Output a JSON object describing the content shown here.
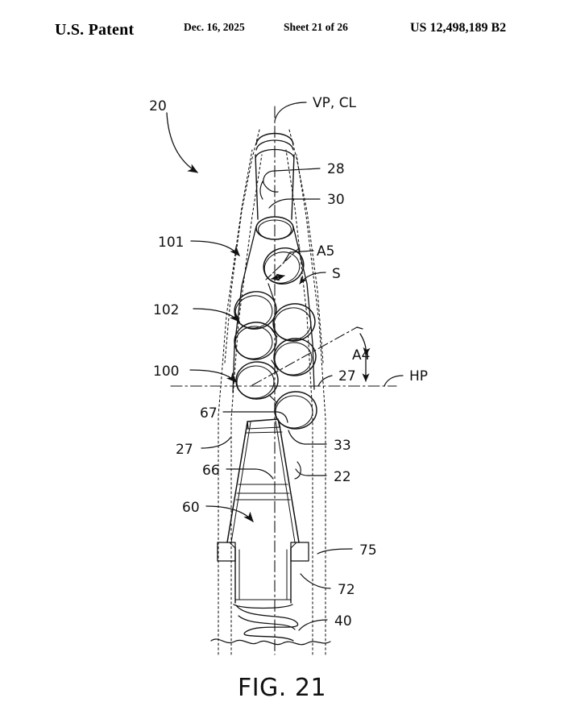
{
  "header": {
    "title": "U.S. Patent",
    "date": "Dec. 16, 2025",
    "sheet": "Sheet 21 of 26",
    "patent_number": "US 12,498,189 B2"
  },
  "figure": {
    "caption": "FIG. 21",
    "line_color": "#111111",
    "background": "#ffffff"
  },
  "labels": {
    "l20": "20",
    "vpcl": "VP, CL",
    "l28": "28",
    "l30": "30",
    "l101": "101",
    "a5": "A5",
    "s": "S",
    "l102": "102",
    "a4": "A4",
    "l100": "100",
    "l27_right": "27",
    "hp": "HP",
    "l67": "67",
    "l27_left": "27",
    "l33": "33",
    "l66": "66",
    "l22": "22",
    "l60": "60",
    "l75": "75",
    "l72": "72",
    "l40": "40"
  }
}
